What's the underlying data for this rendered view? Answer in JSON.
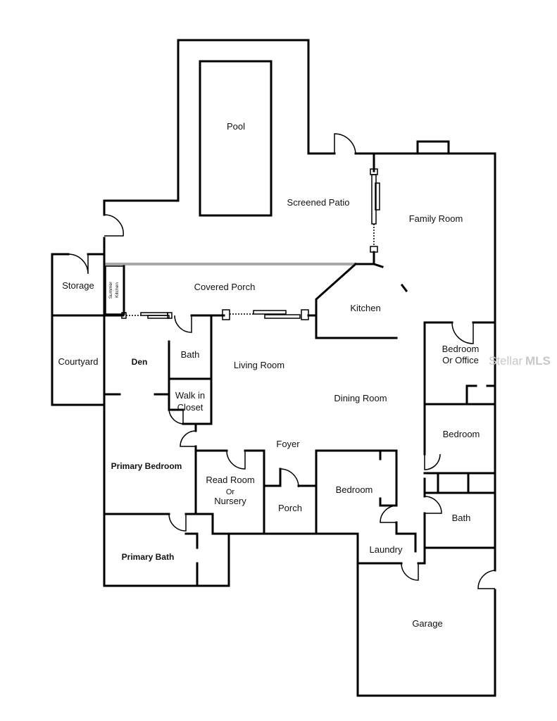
{
  "rooms": {
    "pool": "Pool",
    "screened_patio": "Screened Patio",
    "family_room": "Family Room",
    "storage": "Storage",
    "summer_kitchen_1": "Summer",
    "summer_kitchen_2": "Kitchen",
    "covered_porch": "Covered Porch",
    "kitchen": "Kitchen",
    "courtyard": "Courtyard",
    "den": "Den",
    "bath_1": "Bath",
    "living_room": "Living Room",
    "bedroom_office_1": "Bedroom",
    "bedroom_office_2": "Or Office",
    "walk_in_closet_1": "Walk in",
    "walk_in_closet_2": "Closet",
    "dining_room": "Dining Room",
    "foyer": "Foyer",
    "bedroom_2": "Bedroom",
    "primary_bedroom": "Primary Bedroom",
    "read_room_1": "Read Room",
    "read_room_2": "Or",
    "read_room_3": "Nursery",
    "porch": "Porch",
    "bedroom_3": "Bedroom",
    "bath_2": "Bath",
    "laundry": "Laundry",
    "primary_bath": "Primary Bath",
    "garage": "Garage"
  },
  "watermark": {
    "brand_a": "Stellar",
    "brand_b": "MLS"
  }
}
